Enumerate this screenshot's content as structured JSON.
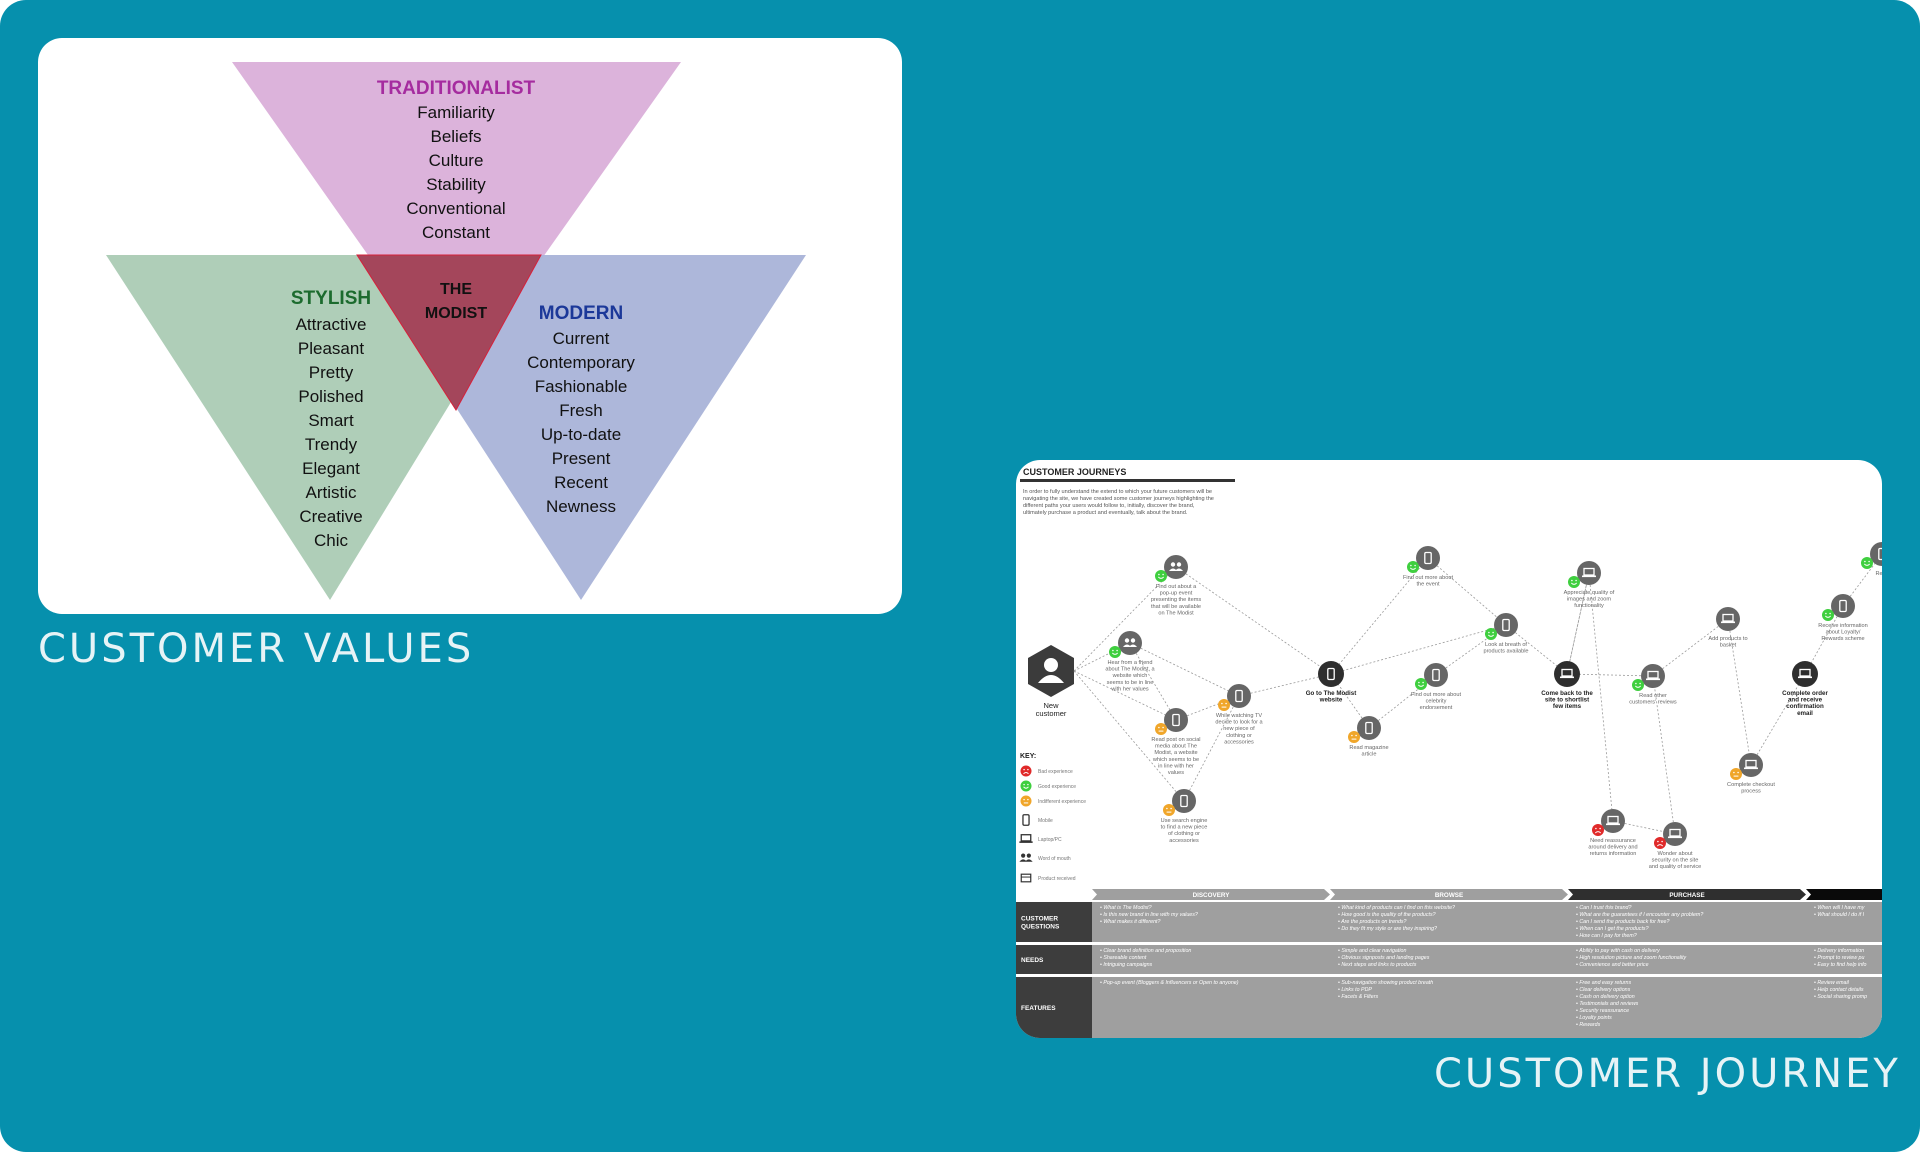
{
  "values": {
    "caption": "CUSTOMER VALUES",
    "center": [
      "THE",
      "MODIST"
    ],
    "groups": [
      {
        "key": "traditionalist",
        "title": "TRADITIONALIST",
        "color": "#a52c9f",
        "fill": "#dcb3db",
        "items": [
          "Familiarity",
          "Beliefs",
          "Culture",
          "Stability",
          "Conventional",
          "Constant"
        ]
      },
      {
        "key": "stylish",
        "title": "STYLISH",
        "color": "#1c6b2e",
        "fill": "#abcbb4",
        "items": [
          "Attractive",
          "Pleasant",
          "Pretty",
          "Polished",
          "Smart",
          "Trendy",
          "Elegant",
          "Artistic",
          "Creative",
          "Chic"
        ]
      },
      {
        "key": "modern",
        "title": "MODERN",
        "color": "#1c3899",
        "fill": "#a9b3d8",
        "items": [
          "Current",
          "Contemporary",
          "Fashionable",
          "Fresh",
          "Up-to-date",
          "Present",
          "Recent",
          "Newness"
        ]
      }
    ],
    "colors": {
      "overlap": "#a4465b",
      "overlap_edge": "#d6203a"
    }
  },
  "journey": {
    "caption": "CUSTOMER JOURNEY",
    "title": "CUSTOMER JOURNEYS",
    "intro": [
      "In order to fully understand the extend to which your future customers will be",
      "navigating the site, we have created some customer journeys highlighting the",
      "different paths your users would follow to, initially, discover the brand,",
      "ultimately purchase a product and eventually, talk about the brand."
    ],
    "start_label": [
      "New",
      "customer"
    ],
    "key": {
      "title": "KEY:",
      "items": [
        {
          "icon": "bad-experience-icon",
          "label": "Bad experience"
        },
        {
          "icon": "good-experience-icon",
          "label": "Good experience"
        },
        {
          "icon": "indifferent-experience-icon",
          "label": "Indifferent experience"
        },
        {
          "icon": "mobile-icon",
          "label": "Mobile"
        },
        {
          "icon": "laptop-icon",
          "label": "Laptop/PC"
        },
        {
          "icon": "word-of-mouth-icon",
          "label": "Word of mouth"
        },
        {
          "icon": "product-received-icon",
          "label": "Product received"
        }
      ]
    },
    "nodes": [
      {
        "id": "n1",
        "icon": "people",
        "mood": "good",
        "label": [
          "Find out about a",
          "pop-up event",
          "presenting the items",
          "that will be available",
          "on The Modist"
        ]
      },
      {
        "id": "n2",
        "icon": "people",
        "mood": "good",
        "label": [
          "Hear from a friend",
          "about The Modist, a",
          "website which",
          "seems to be in line",
          "with her values"
        ]
      },
      {
        "id": "n3",
        "icon": "mobile",
        "mood": "indifferent",
        "label": [
          "While watching TV",
          "decide to look for a",
          "new piece of",
          "clothing or",
          "accessories"
        ]
      },
      {
        "id": "n4",
        "icon": "mobile",
        "mood": "indifferent",
        "label": [
          "Read post on social",
          "media about The",
          "Modist, a website",
          "which seems to be",
          "in line with her",
          "values"
        ]
      },
      {
        "id": "n5",
        "icon": "mobile",
        "mood": "indifferent",
        "label": [
          "Use search engine",
          "to find a new piece",
          "of clothing or",
          "accessories"
        ]
      },
      {
        "id": "n6",
        "icon": "mobile",
        "mood": "none",
        "bold": true,
        "label": [
          "Go to The Modist",
          "website"
        ]
      },
      {
        "id": "n7",
        "icon": "mobile",
        "mood": "good",
        "label": [
          "Find out more about",
          "the event"
        ]
      },
      {
        "id": "n8",
        "icon": "mobile",
        "mood": "good",
        "label": [
          "Find out more about",
          "celebrity",
          "endorsement"
        ]
      },
      {
        "id": "n9",
        "icon": "mobile",
        "mood": "indifferent",
        "label": [
          "Read magazine",
          "article"
        ]
      },
      {
        "id": "n10",
        "icon": "mobile",
        "mood": "good",
        "label": [
          "Look at breath of",
          "products available"
        ]
      },
      {
        "id": "n11",
        "icon": "laptop",
        "mood": "none",
        "bold": true,
        "label": [
          "Come back to the",
          "site to shortlist",
          "few items"
        ]
      },
      {
        "id": "n12",
        "icon": "laptop",
        "mood": "good",
        "label": [
          "Appreciate quality of",
          "images and zoom",
          "functionality"
        ]
      },
      {
        "id": "n13",
        "icon": "laptop",
        "mood": "bad",
        "label": [
          "Need reassurance",
          "around delivery and",
          "returns information"
        ]
      },
      {
        "id": "n14",
        "icon": "laptop",
        "mood": "bad",
        "label": [
          "Wonder about",
          "security on the site",
          "and quality of service"
        ]
      },
      {
        "id": "n15",
        "icon": "laptop",
        "mood": "good",
        "label": [
          "Read other",
          "customers' reviews"
        ]
      },
      {
        "id": "n16",
        "icon": "laptop",
        "mood": "none",
        "label": [
          "Add products to",
          "basket"
        ]
      },
      {
        "id": "n17",
        "icon": "laptop",
        "mood": "indifferent",
        "label": [
          "Complete checkout",
          "process"
        ]
      },
      {
        "id": "n18",
        "icon": "laptop",
        "mood": "none",
        "bold": true,
        "label": [
          "Complete order",
          "and receive",
          "confirmation",
          "email"
        ]
      },
      {
        "id": "n19",
        "icon": "mobile",
        "mood": "good",
        "label": [
          "Receive information",
          "about Loyalty/",
          "Rewards scheme"
        ]
      },
      {
        "id": "n20",
        "icon": "mobile",
        "mood": "good",
        "label": [
          "Rece"
        ]
      }
    ],
    "phases": [
      "DISCOVERY",
      "BROWSE",
      "PURCHASE",
      ""
    ],
    "rows": [
      {
        "label": [
          "CUSTOMER",
          "QUESTIONS"
        ],
        "cells": [
          [
            "What is The Modist?",
            "Is this new brand in line with my values?",
            "What makes it different?"
          ],
          [
            "What kind of products can I find on this website?",
            "How good is the quality of the products?",
            "Are the products on trends?",
            "Do they fit my style or are they inspiring?"
          ],
          [
            "Can I trust this brand?",
            "What are the guarantees if I encounter any problem?",
            "Can I send the products back for free?",
            "When can I get the products?",
            "How can I pay for them?"
          ],
          [
            "When will I have my",
            "What should I do if I"
          ]
        ]
      },
      {
        "label": [
          "NEEDS"
        ],
        "cells": [
          [
            "Clear brand definition and proposition",
            "Shareable content",
            "Intriguing campaigns"
          ],
          [
            "Simple and clear navigation",
            "Obvious signposts and landing pages",
            "Next steps and links to products"
          ],
          [
            "Ability to pay with cash on delivery",
            "High resolution picture and zoom functionality",
            "Convenience and better price"
          ],
          [
            "Delivery information",
            "Prompt to review pu",
            "Easy to find help info"
          ]
        ]
      },
      {
        "label": [
          "FEATURES"
        ],
        "cells": [
          [
            "Pop-up event (Bloggers & Influencers or Open to anyone)"
          ],
          [
            "Sub-navigation showing product breath",
            "Links to PDP",
            "Facets & Filters"
          ],
          [
            "Free and easy returns",
            "Clear delivery options",
            "Cash on delivery option",
            "Testimonials and reviews",
            "Security reassurance",
            "Loyalty points",
            "Rewards"
          ],
          [
            "Review email",
            "Help contact details",
            "Social sharing promp"
          ]
        ]
      }
    ],
    "colors": {
      "good": "#3fcf3f",
      "bad": "#e02a2a",
      "indifferent": "#f0a62a",
      "node": "#555555",
      "row": "#9f9f9f",
      "row_label": "#3d3d3d"
    }
  }
}
